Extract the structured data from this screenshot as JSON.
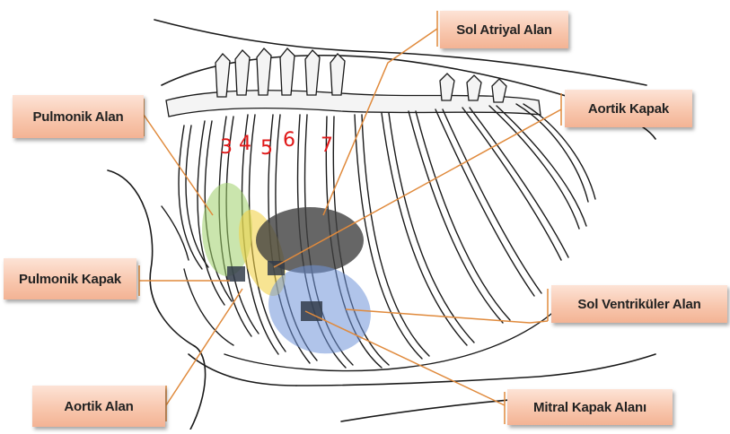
{
  "labels": {
    "pulmonik_alan": "Pulmonik Alan",
    "sol_atriyal_alan": "Sol Atriyal Alan",
    "aortik_kapak": "Aortik Kapak",
    "pulmonik_kapak": "Pulmonik Kapak",
    "sol_ventrikuler_alan": "Sol Ventriküler Alan",
    "aortik_alan": "Aortik Alan",
    "mitral_kapak_alani": "Mitral Kapak Alanı"
  },
  "rib_numbers": [
    "3",
    "4",
    "5",
    "6",
    "7"
  ],
  "colors": {
    "label_fill": "#f8c7ae",
    "leader_line": "#e08a3c",
    "pulmonic_zone": "#9fcf6a",
    "aortic_zone": "#f2d24a",
    "left_atrial_zone": "#404040",
    "mitral_zone": "#6f94d8",
    "valve_marker": "#333c4a",
    "rib_number": "#e01818"
  }
}
